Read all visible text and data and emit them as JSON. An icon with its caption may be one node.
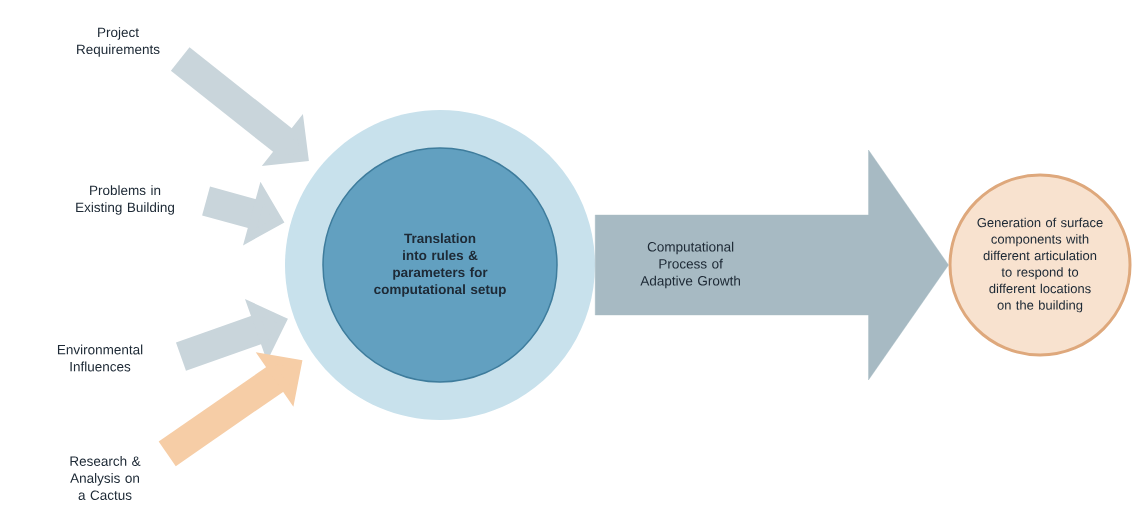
{
  "diagram": {
    "nodes": [
      {
        "text": [
          "Project Requirements"
        ]
      },
      {
        "text": [
          "Problems in Existing Building"
        ]
      },
      {
        "text": [
          "Environmental Influences"
        ]
      },
      {
        "text": [
          "Research & Analysis on a Cactus"
        ]
      },
      {
        "text": [],
        "shape": "circle"
      },
      {
        "text": [
          "Translation into rules & parameters for computational setup"
        ],
        "in": 4
      },
      {
        "text": [
          "Generation of surface components with different articulation to respond to different locations on the building"
        ]
      }
    ],
    "edges": [
      {
        "from": 0,
        "to": 4,
        "arrow": "to"
      },
      {
        "from": 1,
        "to": 4,
        "arrow": "to"
      },
      {
        "from": 2,
        "to": 4,
        "arrow": "to"
      },
      {
        "from": 3,
        "to": 4,
        "arrow": "to",
        "color": "#f6cda6"
      },
      {
        "from": 4,
        "to": 6,
        "arrow": "to",
        "label": "Computational Process of Adaptive Growth",
        "style": "thick"
      }
    ]
  }
}
